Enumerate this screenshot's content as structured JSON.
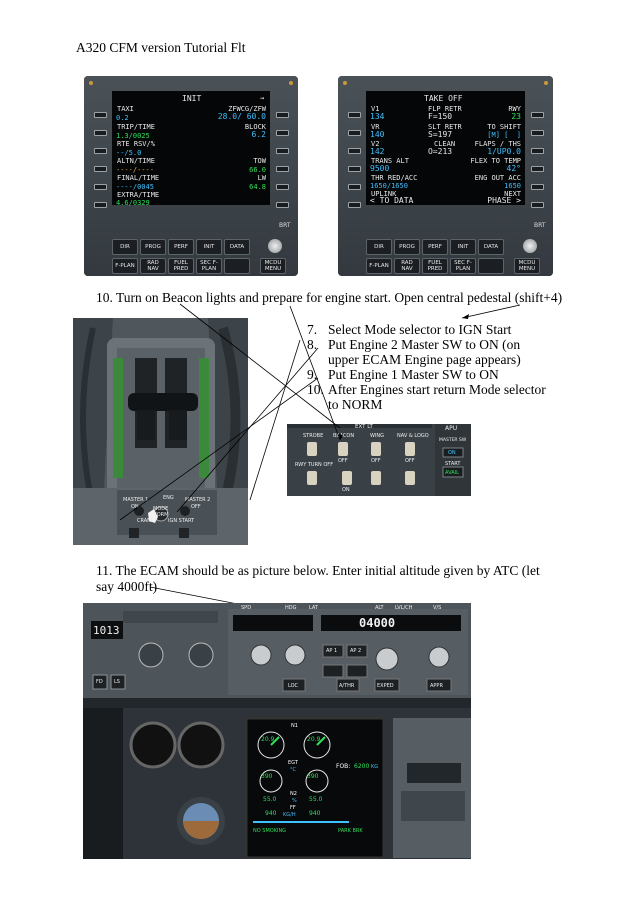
{
  "document": {
    "title": "A320 CFM version Tutorial Flt",
    "step10": "10. Turn on Beacon lights and prepare for engine start. Open central pedestal (shift+4)",
    "steps": [
      {
        "num": "7.",
        "text": "Select Mode selector to IGN Start"
      },
      {
        "num": "8.",
        "text": "Put Engine 2 Master SW to ON (on upper ECAM Engine page appears)"
      },
      {
        "num": "9.",
        "text": "Put Engine 1 Master SW to ON"
      },
      {
        "num": "10.",
        "text": "After Engines start return Mode selector to NORM"
      }
    ],
    "step11": "11. The ECAM should be as picture below. Enter initial altitude given by ATC (let say 4000ft)"
  },
  "mcdu_init": {
    "title": "INIT",
    "arrow": "→",
    "lines": [
      {
        "left_label": "TAXI",
        "left_value": "0.2",
        "right_label": "ZFWCG/ZFW",
        "right_value": "28.0/ 60.0"
      },
      {
        "left_label": "TRIP/TIME",
        "left_value": "1.3/0025",
        "right_label": "BLOCK",
        "right_value": "6.2"
      },
      {
        "left_label": "RTE RSV/%",
        "left_value": "--/5.0",
        "right_label": "",
        "right_value": ""
      },
      {
        "left_label": "ALTN/TIME",
        "left_value": "----/----",
        "right_label": "TOW",
        "right_value": "66.0"
      },
      {
        "left_label": "FINAL/TIME",
        "left_value": "----/0045",
        "right_label": "LW",
        "right_value": "64.8"
      },
      {
        "left_label": "EXTRA/TIME",
        "left_value": "4.6/0329",
        "right_label": "",
        "right_value": ""
      }
    ],
    "brt": "BRT",
    "keys_row1": [
      "DIR",
      "PROG",
      "PERF",
      "INIT",
      "DATA"
    ],
    "keys_row2": [
      "F-PLAN",
      "RAD NAV",
      "FUEL PRED",
      "SEC F-PLAN",
      "",
      "MCDU MENU"
    ]
  },
  "mcdu_takeoff": {
    "title": "TAKE OFF",
    "lines": [
      {
        "left_label": "V1",
        "left_value": "134",
        "mid_label": "FLP RETR",
        "mid_value": "F=150",
        "right_label": "RWY",
        "right_value": "23"
      },
      {
        "left_label": "VR",
        "left_value": "140",
        "mid_label": "SLT RETR",
        "mid_value": "S=197",
        "right_label": "TO SHIFT",
        "right_value": "[M] [  ]"
      },
      {
        "left_label": "V2",
        "left_value": "142",
        "mid_label": "CLEAN",
        "mid_value": "O=213",
        "right_label": "FLAPS / THS",
        "right_value": "1/UP0.0"
      },
      {
        "left_label": "TRANS ALT",
        "left_value": "9500",
        "mid_label": "",
        "mid_value": "",
        "right_label": "FLEX TO TEMP",
        "right_value": "42°"
      },
      {
        "left_label": "THR RED/ACC",
        "left_value": "1650/1650",
        "mid_label": "",
        "mid_value": "",
        "right_label": "ENG OUT ACC",
        "right_value": "1650"
      },
      {
        "left_label": "UPLINK",
        "left_value": "< TO DATA",
        "mid_label": "",
        "mid_value": "",
        "right_label": "NEXT",
        "right_value": "PHASE >"
      }
    ],
    "brt": "BRT",
    "keys_row1": [
      "DIR",
      "PROG",
      "PERF",
      "INIT",
      "DATA"
    ],
    "keys_row2": [
      "F-PLAN",
      "RAD NAV",
      "FUEL PRED",
      "SEC F-PLAN",
      "",
      "MCDU MENU"
    ]
  },
  "pedestal": {
    "master1": "MASTER 1",
    "eng": "ENG",
    "master2": "MASTER 2",
    "on": "ON",
    "off": "OFF",
    "mode": "MODE",
    "norm": "NORM",
    "ign_start": "IGN START",
    "crank": "CRANK"
  },
  "ext_lt_panel": {
    "header": "EXT LT",
    "apu": "APU",
    "strobe": "STROBE",
    "beacon": "BEACON",
    "wing": "WING",
    "nav_logo": "NAV & LOGO",
    "master_sw": "MASTER SW",
    "on_label": "ON",
    "rwy_turn_off": "RWY TURN OFF",
    "start": "START",
    "avail": "AVAIL",
    "off": "OFF",
    "on": "ON"
  },
  "fcu": {
    "spd": "SPD",
    "hdg": "HDG",
    "lat": "LAT",
    "alt": "ALT",
    "lvl_ch": "LVL/CH",
    "vs": "V/S",
    "alt_value": "04000",
    "baro": "1013",
    "ap1": "AP 1",
    "ap2": "AP 2",
    "athr": "A/THR",
    "loc": "LOC",
    "expd": "EXPED",
    "appr": "APPR",
    "fd": "FD",
    "ls": "LS"
  },
  "ecam": {
    "n1": "N1",
    "egt": "EGT",
    "n2": "N2",
    "ff": "FF",
    "egt_unit": "°C",
    "n2_unit": "%",
    "ff_unit": "KG/H",
    "n1_left": "20.9",
    "n1_right": "20.9",
    "egt_left": "390",
    "egt_right": "390",
    "n2_left": "55.0",
    "n2_right": "55.0",
    "ff_left": "940",
    "ff_right": "940",
    "fob": "FOB:",
    "fob_value": "6200",
    "fob_unit": "KG",
    "no_smoking": "NO SMOKING",
    "park_brk": "PARK BRK"
  }
}
